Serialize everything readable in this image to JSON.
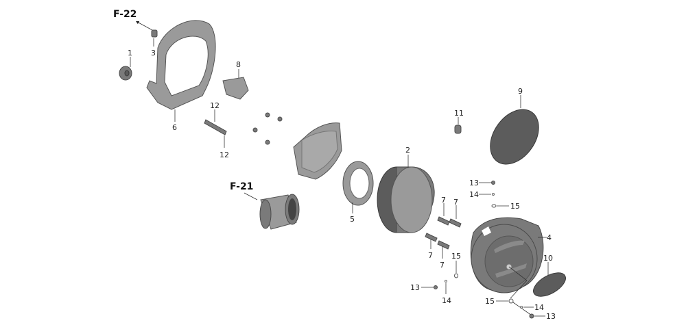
{
  "diagram": {
    "references": {
      "f22": "F-22",
      "f21": "F-21"
    },
    "callouts": {
      "c1": "1",
      "c2": "2",
      "c3": "3",
      "c4": "4",
      "c5": "5",
      "c6": "6",
      "c7a": "7",
      "c7b": "7",
      "c7c": "7",
      "c7d": "7",
      "c8": "8",
      "c9": "9",
      "c10": "10",
      "c11": "11",
      "c12a": "12",
      "c12b": "12",
      "c13a": "13",
      "c13b": "13",
      "c13c": "13",
      "c14a": "14",
      "c14b": "14",
      "c14c": "14",
      "c15a": "15",
      "c15b": "15",
      "c15c": "15"
    }
  }
}
